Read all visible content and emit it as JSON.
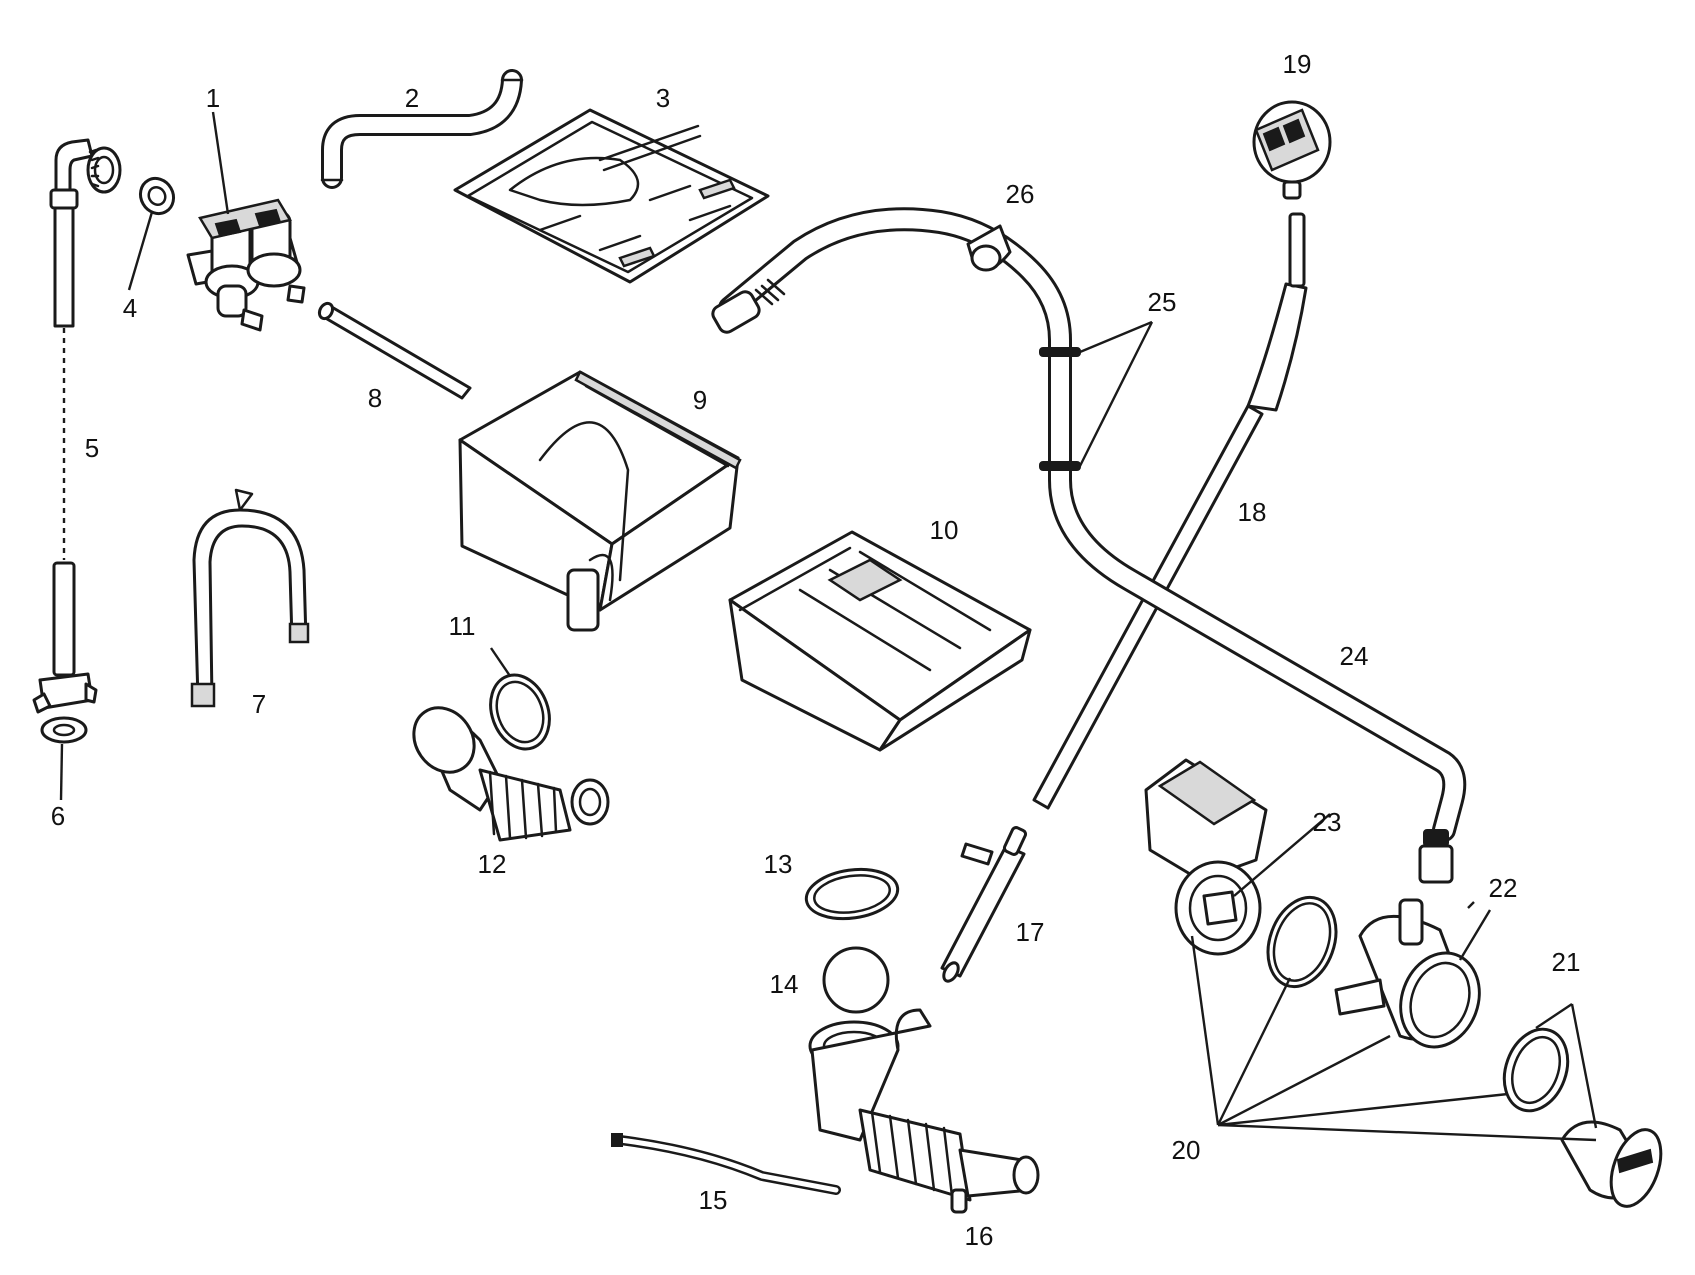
{
  "diagram": {
    "callouts": [
      {
        "id": "1",
        "label": "1"
      },
      {
        "id": "2",
        "label": "2"
      },
      {
        "id": "3",
        "label": "3"
      },
      {
        "id": "4",
        "label": "4"
      },
      {
        "id": "5",
        "label": "5"
      },
      {
        "id": "6",
        "label": "6"
      },
      {
        "id": "7",
        "label": "7"
      },
      {
        "id": "8",
        "label": "8"
      },
      {
        "id": "9",
        "label": "9"
      },
      {
        "id": "10",
        "label": "10"
      },
      {
        "id": "11",
        "label": "11"
      },
      {
        "id": "12",
        "label": "12"
      },
      {
        "id": "13",
        "label": "13"
      },
      {
        "id": "14",
        "label": "14"
      },
      {
        "id": "15",
        "label": "15"
      },
      {
        "id": "16",
        "label": "16"
      },
      {
        "id": "17",
        "label": "17"
      },
      {
        "id": "18",
        "label": "18"
      },
      {
        "id": "19",
        "label": "19"
      },
      {
        "id": "20",
        "label": "20"
      },
      {
        "id": "21",
        "label": "21"
      },
      {
        "id": "22",
        "label": "22"
      },
      {
        "id": "23",
        "label": "23"
      },
      {
        "id": "24",
        "label": "24"
      },
      {
        "id": "25",
        "label": "25"
      },
      {
        "id": "26",
        "label": "26"
      }
    ],
    "line_color": "#1a1a1a",
    "background": "#ffffff"
  }
}
